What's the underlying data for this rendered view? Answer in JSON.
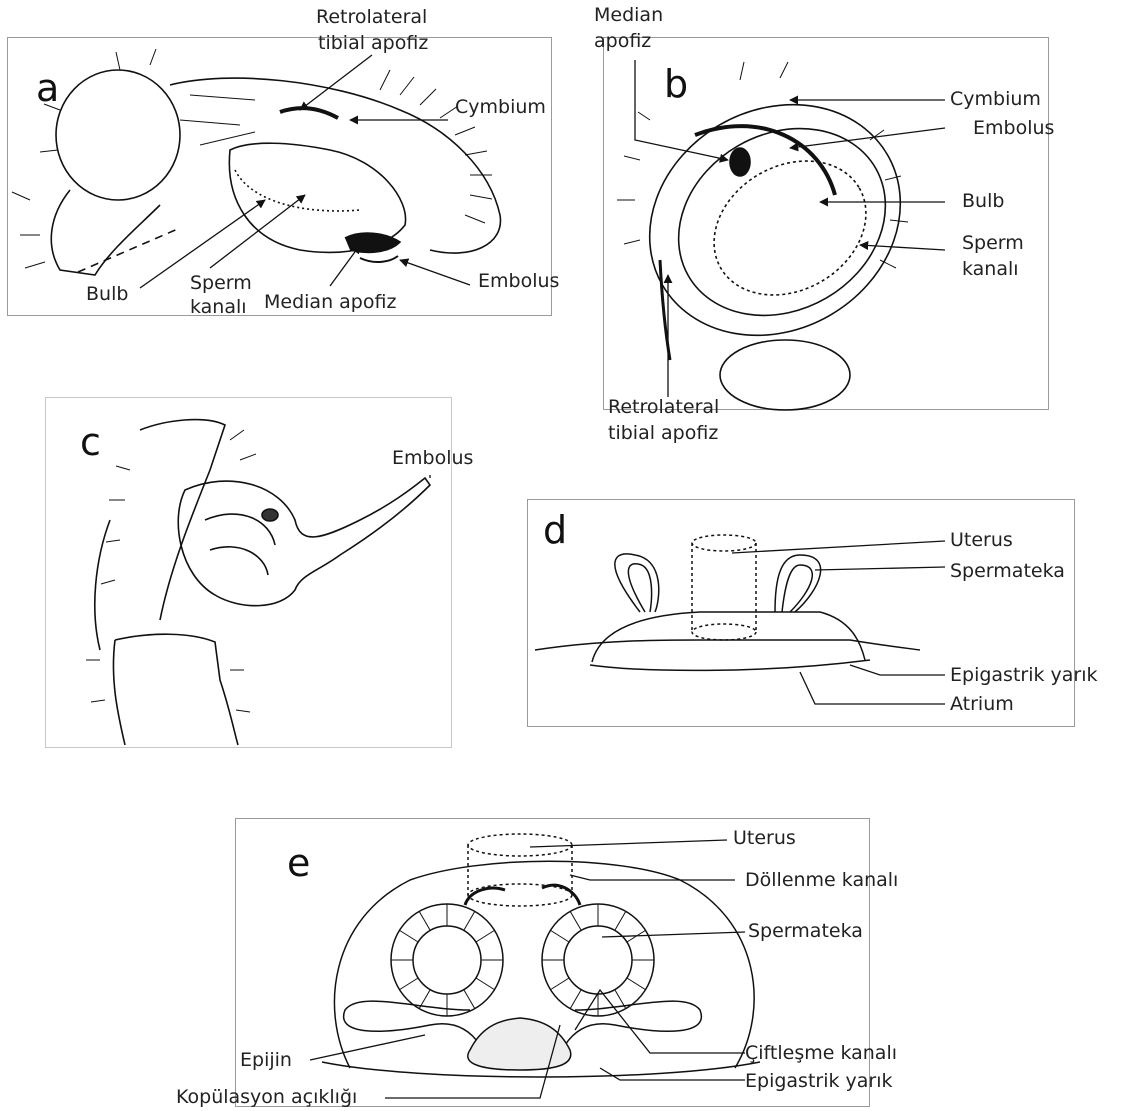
{
  "panels": {
    "a": {
      "letter": "a",
      "labels": {
        "retrolateral_1": "Retrolateral",
        "retrolateral_2": "tibial apofiz",
        "cymbium": "Cymbium",
        "bulb": "Bulb",
        "sperm_1": "Sperm",
        "sperm_2": "kanalı",
        "median": "Median apofiz",
        "embolus": "Embolus"
      }
    },
    "b": {
      "letter": "b",
      "labels": {
        "median_1": "Median",
        "median_2": "apofiz",
        "cymbium": "Cymbium",
        "embolus": "Embolus",
        "bulb": "Bulb",
        "sperm_1": "Sperm",
        "sperm_2": "kanalı",
        "retrolateral_1": "Retrolateral",
        "retrolateral_2": "tibial apofiz"
      }
    },
    "c": {
      "letter": "c",
      "labels": {
        "embolus": "Embolus"
      }
    },
    "d": {
      "letter": "d",
      "labels": {
        "uterus": "Uterus",
        "spermateka": "Spermateka",
        "epigastrik": "Epigastrik yarık",
        "atrium": "Atrium"
      }
    },
    "e": {
      "letter": "e",
      "labels": {
        "uterus": "Uterus",
        "dollenme": "Döllenme kanalı",
        "spermateka": "Spermateka",
        "epijin": "Epijin",
        "ciftlesme": "Çiftleşme kanalı",
        "kopulasyon": "Kopülasyon açıklığı",
        "epigastrik": "Epigastrik yarık"
      }
    }
  },
  "colors": {
    "ink": "#111111",
    "frame": "#9a9a9a",
    "label": "#222222"
  }
}
